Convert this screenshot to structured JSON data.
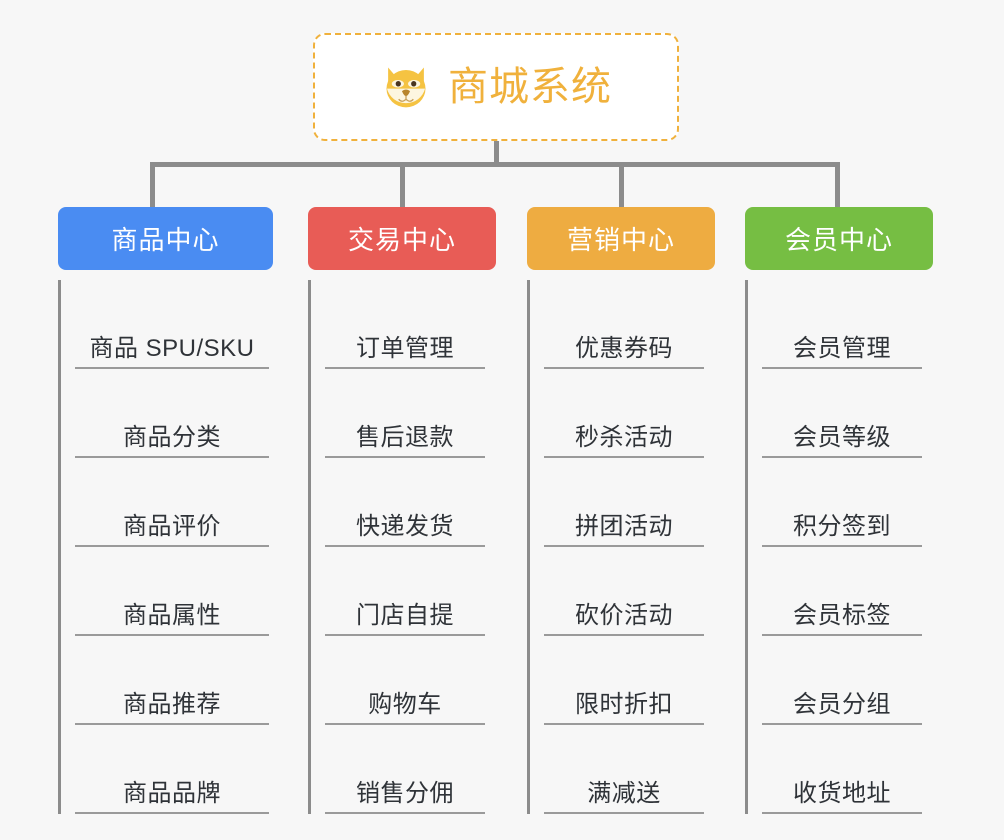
{
  "background_color": "#f7f7f7",
  "root": {
    "title": "商城系统",
    "icon": "dog-face-icon",
    "text_color": "#f0b13c",
    "border_color": "#f0b13c",
    "background_color": "#ffffff"
  },
  "connector_color": "#8c8c8c",
  "branches": [
    {
      "label": "商品中心",
      "color": "#4a8cf2",
      "items": [
        "商品 SPU/SKU",
        "商品分类",
        "商品评价",
        "商品属性",
        "商品推荐",
        "商品品牌"
      ]
    },
    {
      "label": "交易中心",
      "color": "#e85c56",
      "items": [
        "订单管理",
        "售后退款",
        "快递发货",
        "门店自提",
        "购物车",
        "销售分佣"
      ]
    },
    {
      "label": "营销中心",
      "color": "#eeac41",
      "items": [
        "优惠券码",
        "秒杀活动",
        "拼团活动",
        "砍价活动",
        "限时折扣",
        "满减送"
      ]
    },
    {
      "label": "会员中心",
      "color": "#76be43",
      "items": [
        "会员管理",
        "会员等级",
        "积分签到",
        "会员标签",
        "会员分组",
        "收货地址"
      ]
    }
  ]
}
